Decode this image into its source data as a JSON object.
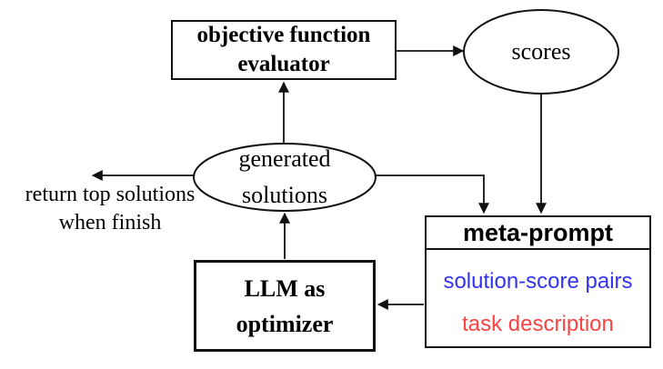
{
  "colors": {
    "line": "#111111",
    "blue": "#3333ee",
    "red": "#f94343",
    "bg": "#ffffff"
  },
  "nodes": {
    "evaluator": {
      "line1": "objective function",
      "line2": "evaluator"
    },
    "scores": {
      "label": "scores"
    },
    "generated_solutions": {
      "line1": "generated",
      "line2": "solutions"
    },
    "llm_optimizer": {
      "line1": "LLM as",
      "line2": "optimizer"
    },
    "meta_prompt": {
      "title": "meta-prompt",
      "items": [
        {
          "label": "solution-score pairs",
          "color": "#3333ee"
        },
        {
          "label": "task description",
          "color": "#f94343"
        }
      ]
    }
  },
  "annotations": {
    "return_note": {
      "line1": "return top solutions",
      "line2": "when finish"
    }
  },
  "edges": [
    {
      "from": "objective-function-evaluator",
      "to": "scores"
    },
    {
      "from": "scores",
      "to": "meta-prompt"
    },
    {
      "from": "generated-solutions",
      "to": "objective-function-evaluator"
    },
    {
      "from": "generated-solutions",
      "to": "meta-prompt"
    },
    {
      "from": "generated-solutions",
      "to": "return-top-solutions-note"
    },
    {
      "from": "meta-prompt",
      "to": "llm-as-optimizer"
    },
    {
      "from": "llm-as-optimizer",
      "to": "generated-solutions"
    }
  ]
}
